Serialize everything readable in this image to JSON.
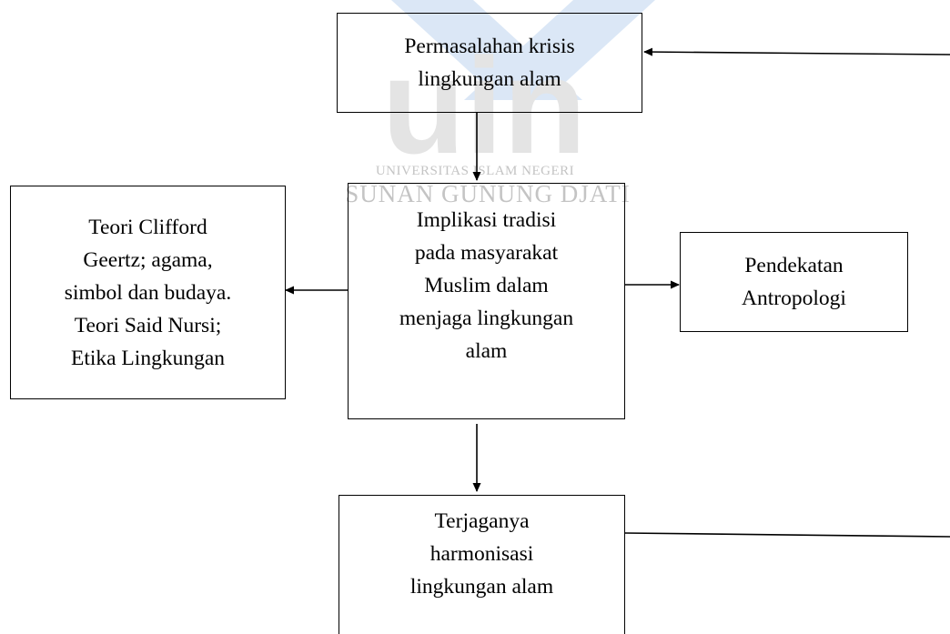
{
  "watermark": {
    "logo_text": "uin",
    "line1": "UNIVERSITAS ISLAM NEGERI",
    "line2": "SUNAN GUNUNG DJATI",
    "colors": {
      "logo_blue": "#dbe7f6",
      "logo_gray": "#e4e4e4",
      "text_gray": "#c4c4c4"
    }
  },
  "nodes": {
    "problem": "Permasalahan krisis\nlingkungan alam",
    "implication": "Implikasi tradisi\npada masyarakat\nMuslim dalam\nmenjaga lingkungan\nalam",
    "theory": "Teori Clifford\nGeertz; agama,\nsimbol dan budaya.\nTeori Said Nursi;\nEtika Lingkungan",
    "approach": "Pendekatan\nAntropologi",
    "outcome": "Terjaganya\nharmonisasi\nlingkungan alam"
  },
  "colors": {
    "stroke": "#000000",
    "background": "#ffffff"
  }
}
